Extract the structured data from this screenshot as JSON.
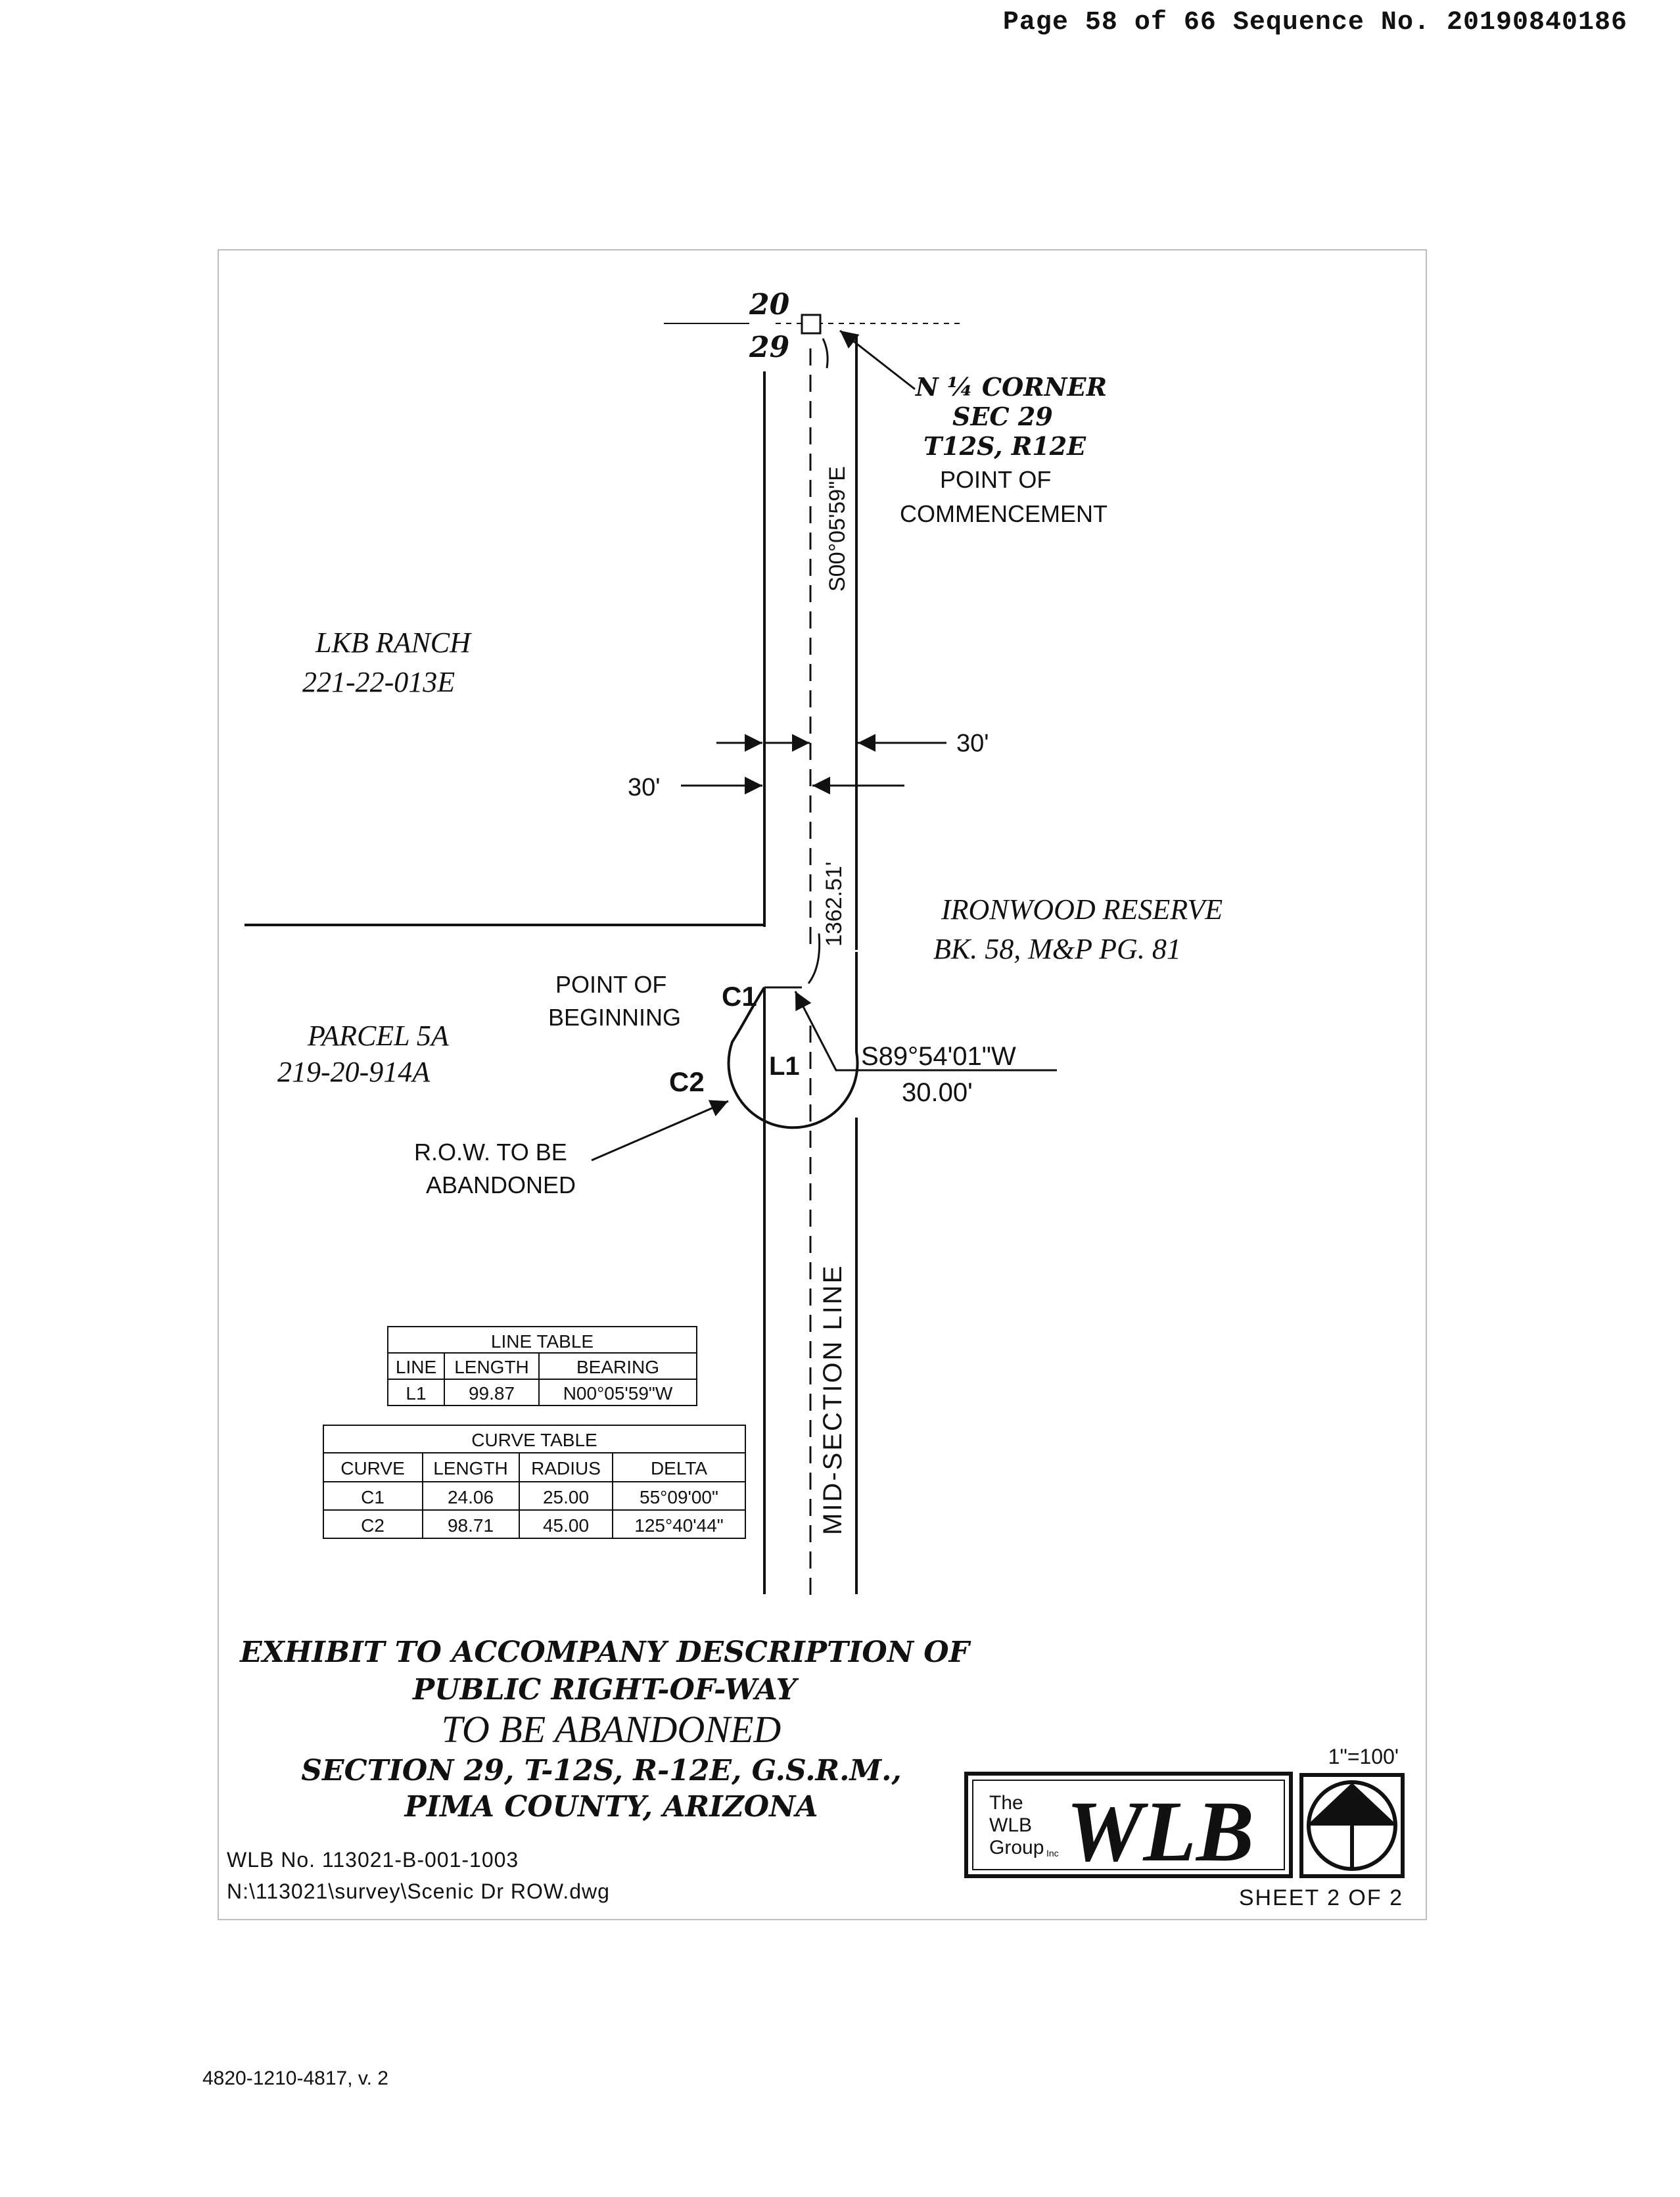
{
  "header": "Page 58 of 66 Sequence No. 20190840186",
  "drawing": {
    "section_top": "20",
    "section_bottom": "29",
    "corner": [
      "N ¼ CORNER",
      "SEC 29",
      "T12S, R12E"
    ],
    "commencement": [
      "POINT OF",
      "COMMENCEMENT"
    ],
    "bearing_north": "S00°05'59\"E",
    "distance_center": "1362.51'",
    "width_left": "30'",
    "width_right": "30'",
    "lkb_ranch": [
      "LKB RANCH",
      "221-22-013E"
    ],
    "ironwood": [
      "IRONWOOD RESERVE",
      "BK. 58, M&P PG. 81"
    ],
    "parcel": [
      "PARCEL 5A",
      "219-20-914A"
    ],
    "beginning": [
      "POINT OF",
      "BEGINNING"
    ],
    "c1": "C1",
    "c2": "C2",
    "l1": "L1",
    "bearing_east": "S89°54'01\"W",
    "distance_east": "30.00'",
    "row": [
      "R.O.W. TO BE",
      "ABANDONED"
    ],
    "mid_section": "MID-SECTION LINE"
  },
  "line_table": {
    "title": "LINE TABLE",
    "headers": [
      "LINE",
      "LENGTH",
      "BEARING"
    ],
    "rows": [
      [
        "L1",
        "99.87",
        "N00°05'59\"W"
      ]
    ]
  },
  "curve_table": {
    "title": "CURVE TABLE",
    "headers": [
      "CURVE",
      "LENGTH",
      "RADIUS",
      "DELTA"
    ],
    "rows": [
      [
        "C1",
        "24.06",
        "25.00",
        "55°09'00\""
      ],
      [
        "C2",
        "98.71",
        "45.00",
        "125°40'44\""
      ]
    ]
  },
  "title_block": {
    "line1": "EXHIBIT TO ACCOMPANY DESCRIPTION OF",
    "line2": "PUBLIC RIGHT-OF-WAY",
    "line3": "TO BE ABANDONED",
    "line4": "SECTION 29, T-12S, R-12E, G.S.R.M.,",
    "line5": "PIMA COUNTY, ARIZONA",
    "wlb_no": "WLB No. 113021-B-001-1003",
    "path": "N:\\113021\\survey\\Scenic Dr ROW.dwg",
    "scale": "1\"=100'",
    "sheet": "SHEET 2 OF 2"
  },
  "logo": {
    "small": [
      "The",
      "WLB",
      "Group"
    ],
    "inc": "Inc",
    "big": "WLB"
  },
  "doc_id": "4820-1210-4817, v. 2"
}
